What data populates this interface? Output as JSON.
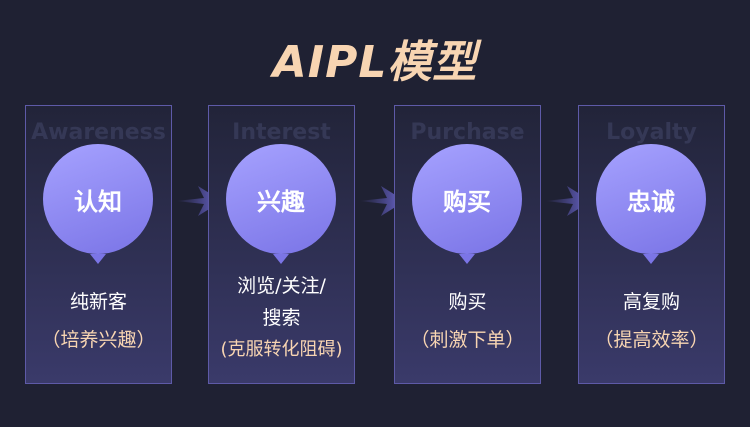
{
  "title": "AIPL模型",
  "stages": [
    {
      "en": "Awareness",
      "zh": "认知",
      "lines": [
        "纯新客"
      ],
      "sub": "（培养兴趣）"
    },
    {
      "en": "Interest",
      "zh": "兴趣",
      "lines": [
        "浏览/关注/",
        "搜索"
      ],
      "sub": "(克服转化阻碍)"
    },
    {
      "en": "Purchase",
      "zh": "购买",
      "lines": [
        "购买"
      ],
      "sub": "（刺激下单）"
    },
    {
      "en": "Loyalty",
      "zh": "忠诚",
      "lines": [
        "高复购"
      ],
      "sub": "（提高效率）"
    }
  ]
}
